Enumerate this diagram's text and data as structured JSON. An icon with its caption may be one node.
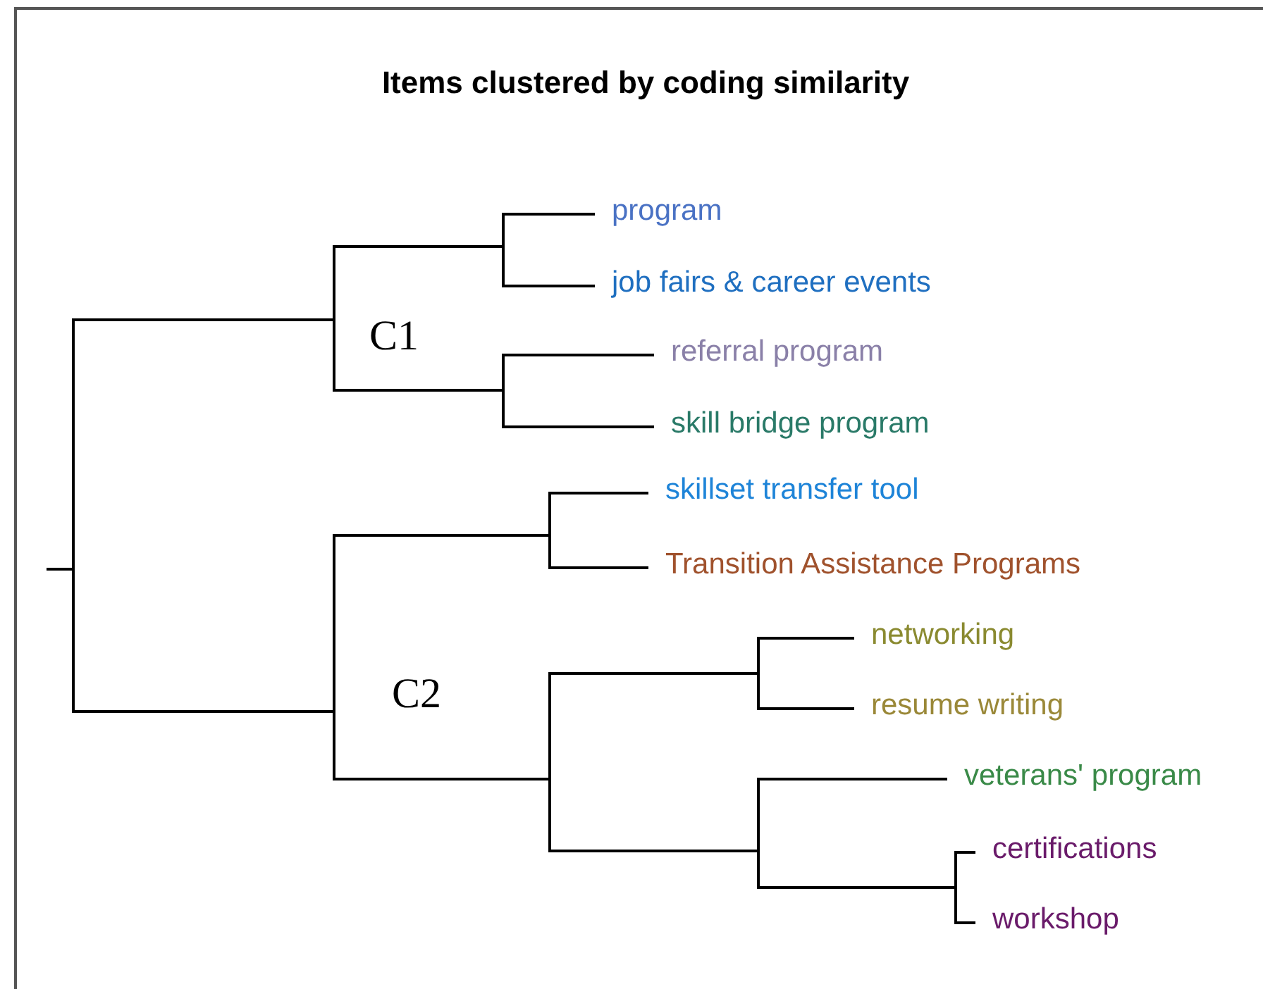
{
  "diagram": {
    "title": "Items clustered by coding similarity",
    "nodes": [
      {
        "text": [],
        "shape": "bar"
      },
      {
        "text": [],
        "shape": "bar",
        "beside": [
          "C1"
        ]
      },
      {
        "text": [],
        "shape": "bar"
      },
      {
        "text": [
          "program"
        ]
      },
      {
        "text": [
          "job fairs & career events"
        ]
      },
      {
        "text": [],
        "shape": "bar"
      },
      {
        "text": [
          "referral program"
        ]
      },
      {
        "text": [
          "skill bridge program"
        ]
      },
      {
        "text": [],
        "shape": "bar",
        "beside": [
          "C2"
        ]
      },
      {
        "text": [],
        "shape": "bar"
      },
      {
        "text": [
          "skillset transfer tool"
        ]
      },
      {
        "text": [
          "Transition Assistance Programs"
        ]
      },
      {
        "text": [],
        "shape": "bar"
      },
      {
        "text": [],
        "shape": "bar"
      },
      {
        "text": [
          "networking"
        ]
      },
      {
        "text": [
          "resume writing"
        ]
      },
      {
        "text": [],
        "shape": "bar"
      },
      {
        "text": [
          "veterans' program"
        ]
      },
      {
        "text": [],
        "shape": "bar"
      },
      {
        "text": [
          "certifications"
        ]
      },
      {
        "text": [
          "workshop"
        ]
      }
    ],
    "edges": [
      {
        "from": null,
        "to": 0,
        "arrow": "none"
      },
      {
        "from": 0,
        "to": 1,
        "arrow": "none"
      },
      {
        "from": 0,
        "to": 8,
        "arrow": "none"
      },
      {
        "from": 1,
        "to": 2,
        "arrow": "none"
      },
      {
        "from": 1,
        "to": 5,
        "arrow": "none"
      },
      {
        "from": 2,
        "to": 3,
        "arrow": "none"
      },
      {
        "from": 2,
        "to": 4,
        "arrow": "none"
      },
      {
        "from": 5,
        "to": 6,
        "arrow": "none"
      },
      {
        "from": 5,
        "to": 7,
        "arrow": "none"
      },
      {
        "from": 8,
        "to": 9,
        "arrow": "none"
      },
      {
        "from": 8,
        "to": 12,
        "arrow": "none"
      },
      {
        "from": 9,
        "to": 10,
        "arrow": "none"
      },
      {
        "from": 9,
        "to": 11,
        "arrow": "none"
      },
      {
        "from": 12,
        "to": 13,
        "arrow": "none"
      },
      {
        "from": 12,
        "to": 16,
        "arrow": "none"
      },
      {
        "from": 13,
        "to": 14,
        "arrow": "none"
      },
      {
        "from": 13,
        "to": 15,
        "arrow": "none"
      },
      {
        "from": 16,
        "to": 17,
        "arrow": "none"
      },
      {
        "from": 16,
        "to": 18,
        "arrow": "none"
      },
      {
        "from": 18,
        "to": 19,
        "arrow": "none"
      },
      {
        "from": 18,
        "to": 20,
        "arrow": "none"
      }
    ]
  }
}
